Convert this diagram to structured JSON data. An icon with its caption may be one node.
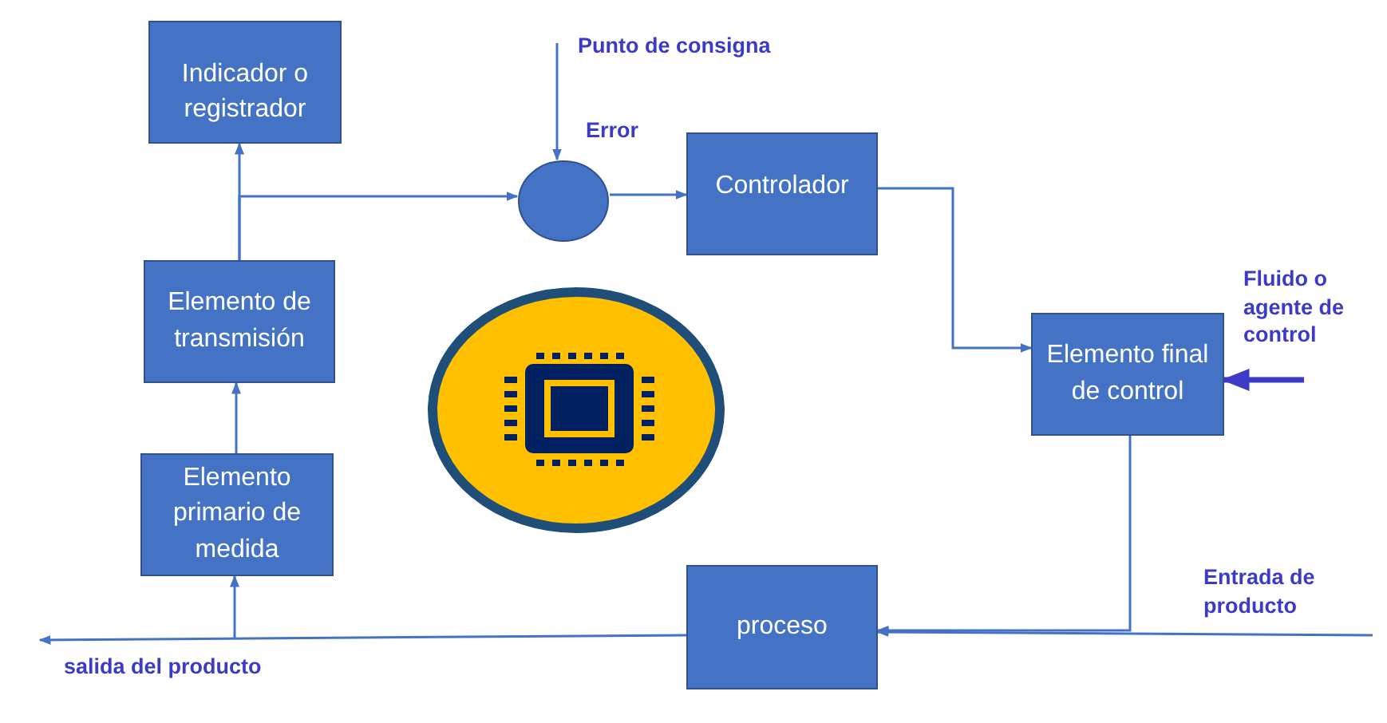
{
  "diagram": {
    "nodes": [
      {
        "text": [
          "Indicador o registrador"
        ]
      },
      {
        "text": [],
        "shape": "circle"
      },
      {
        "text": [
          "Controlador"
        ]
      },
      {
        "text": [
          "Elemento de transmisión"
        ]
      },
      {
        "text": [
          "Elemento final de control"
        ]
      },
      {
        "text": [
          "Elemento primario de medida"
        ]
      },
      {
        "text": [
          "proceso"
        ]
      }
    ],
    "edges": [
      {
        "from": 3,
        "to": 0,
        "arrow": "to"
      },
      {
        "from": 3,
        "to": 1,
        "arrow": "to"
      },
      {
        "from": null,
        "to": 1,
        "arrow": "to"
      },
      {
        "from": 1,
        "to": 2,
        "arrow": "to"
      },
      {
        "from": 2,
        "to": 4,
        "arrow": "to"
      },
      {
        "from": null,
        "to": 4,
        "arrow": "to",
        "style": "thick",
        "color": "#3b3bc8"
      },
      {
        "from": 4,
        "to": 6,
        "arrow": "to"
      },
      {
        "from": null,
        "to": 6,
        "arrow": "to"
      },
      {
        "from": 6,
        "to": null,
        "arrow": "to"
      },
      {
        "from": 5,
        "to": 3,
        "arrow": "to"
      },
      {
        "from": null,
        "to": 5,
        "arrow": "to"
      }
    ],
    "labels": [
      "Punto de consigna",
      "Error",
      "Fluido o agente de control",
      "Entrada de producto",
      "salida del producto"
    ]
  }
}
